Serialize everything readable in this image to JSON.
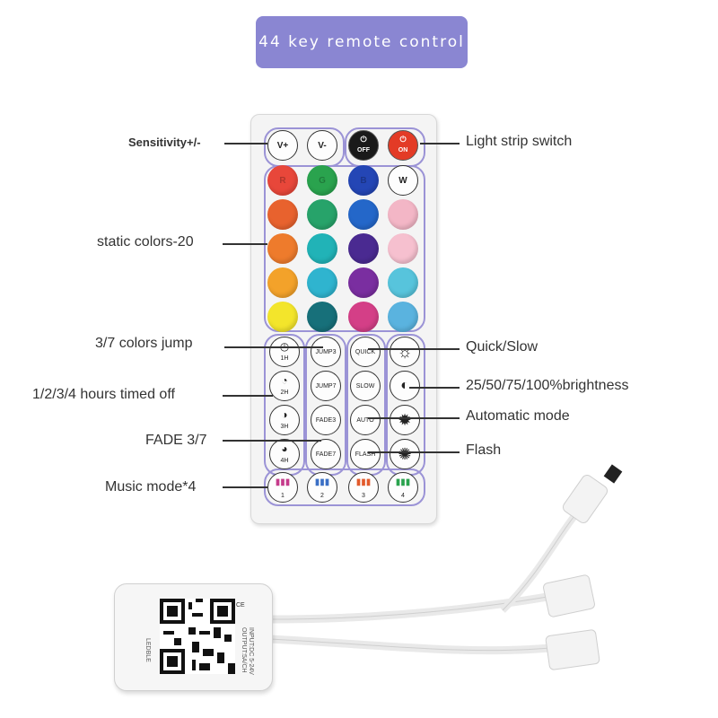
{
  "title": "44 key remote control",
  "labels": {
    "sensitivity": "Sensitivity+/-",
    "light_switch": "Light strip switch",
    "static_colors": "static colors-20",
    "colors_jump": "3/7 colors jump",
    "quick_slow": "Quick/Slow",
    "brightness": "25/50/75/100%brightness",
    "timed_off": "1/2/3/4 hours timed off",
    "automatic": "Automatic mode",
    "fade": "FADE 3/7",
    "flash": "Flash",
    "music": "Music mode*4"
  },
  "buttons": {
    "vplus": "V+",
    "vminus": "V-",
    "off": "OFF",
    "on": "ON",
    "r": "R",
    "g": "G",
    "b": "B",
    "w": "W",
    "jump3": "JUMP3",
    "jump7": "JUMP7",
    "fade3": "FADE3",
    "fade7": "FADE7",
    "quick": "QUICK",
    "slow": "SLOW",
    "auto": "AUTO",
    "flash": "FLASH",
    "timer": [
      "1H",
      "2H",
      "3H",
      "4H"
    ],
    "music": [
      "1",
      "2",
      "3",
      "4"
    ]
  },
  "controller": {
    "brand": "LEDBLE",
    "spec1": "INPUT:DC  5-24V",
    "spec2": "OUTPUT:5A/CH",
    "ce": "CE"
  },
  "colors": {
    "group_border": "#9b93d6",
    "banner": "#8a86d2",
    "static_grid": [
      [
        "#e8622e",
        "#27a36a",
        "#2467c9",
        "#f3b6c6"
      ],
      [
        "#ee7b2c",
        "#21b3b7",
        "#4a2a91",
        "#f6c0cf"
      ],
      [
        "#f3a22a",
        "#2fb4cf",
        "#7a2ea0",
        "#57c4dc"
      ],
      [
        "#f3e52b",
        "#17707a",
        "#d43f87",
        "#5ab3df"
      ]
    ],
    "rgbw": [
      "#e8473a",
      "#2aa34e",
      "#2446b5",
      "#ffffff"
    ]
  }
}
